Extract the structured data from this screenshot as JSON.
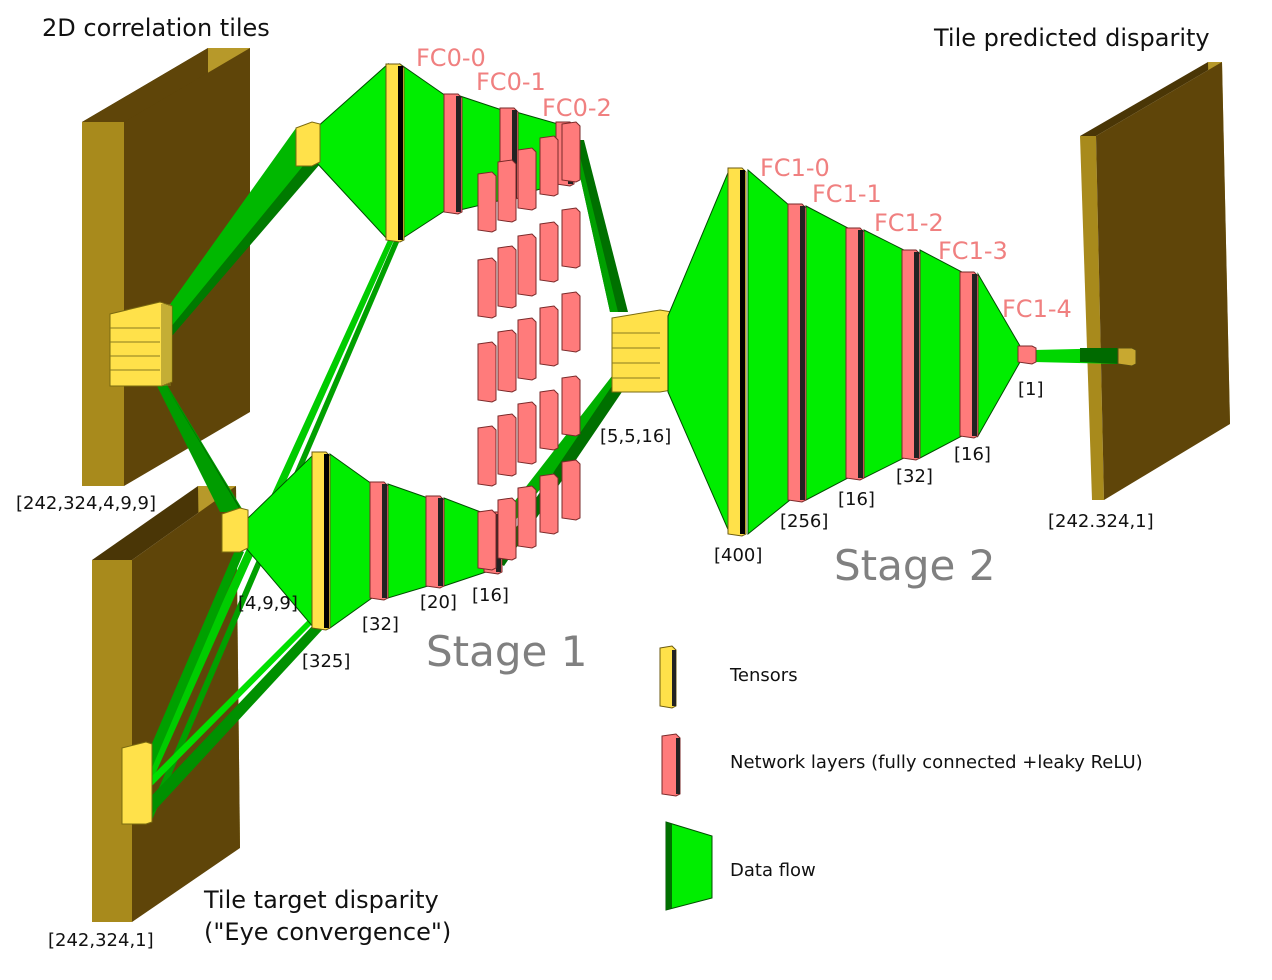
{
  "labels": {
    "correlation_title": "2D correlation tiles",
    "predicted_title": "Tile predicted disparity",
    "target_title_line1": "Tile target disparity",
    "target_title_line2": "(\"Eye convergence\")",
    "dim_corr": "[242,324,4,9,9]",
    "dim_target": "[242,324,1]",
    "dim_pred": "[242.324,1]",
    "dim_tile": "[4,9,9]",
    "dim_stage2_in": "[5,5,16]",
    "dim_325": "[325]",
    "dim_32a": "[32]",
    "dim_20": "[20]",
    "dim_16a": "[16]",
    "dim_400": "[400]",
    "dim_256": "[256]",
    "dim_16b": "[16]",
    "dim_32b": "[32]",
    "dim_16c": "[16]",
    "dim_1": "[1]"
  },
  "layers": {
    "fc0_0": "FC0-0",
    "fc0_1": "FC0-1",
    "fc0_2": "FC0-2",
    "fc1_0": "FC1-0",
    "fc1_1": "FC1-1",
    "fc1_2": "FC1-2",
    "fc1_3": "FC1-3",
    "fc1_4": "FC1-4"
  },
  "stages": {
    "stage1": "Stage 1",
    "stage2": "Stage 2"
  },
  "legend": {
    "tensors": "Tensors",
    "layers": "Network layers (fully connected +leaky ReLU)",
    "flow": "Data flow"
  },
  "colors": {
    "slab": "#5f4509",
    "slab_light": "#a88a1c",
    "tensor": "#ffe14a",
    "layer": "#ff7b7b",
    "flow": "#00ee00",
    "flow_dark": "#007a00"
  }
}
